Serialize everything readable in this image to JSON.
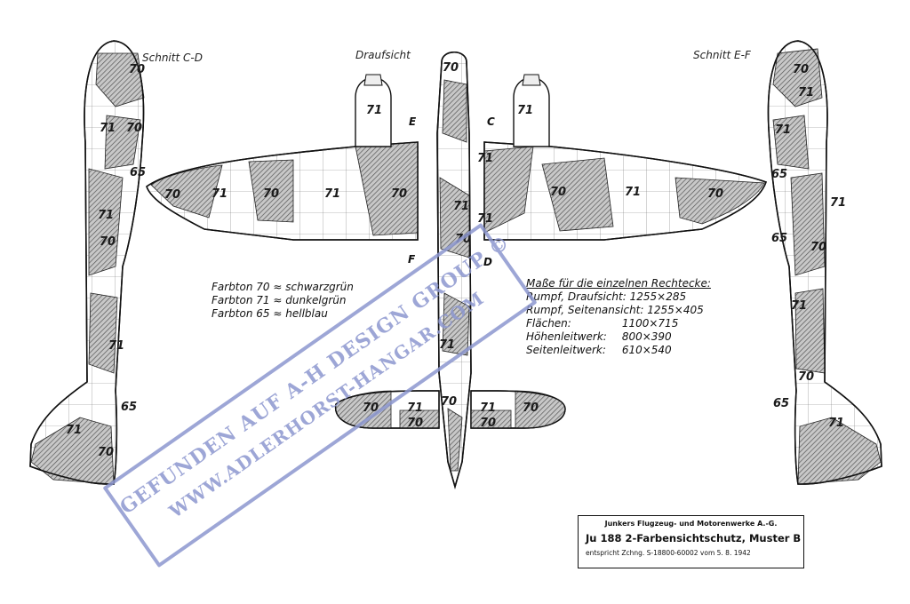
{
  "views": {
    "top": "Draufsicht",
    "section_cd": "Schnitt C-D",
    "section_ef": "Schnitt E-F"
  },
  "section_markers": [
    "E",
    "C",
    "F",
    "D"
  ],
  "legend": [
    {
      "code": "Farbton 70",
      "sep": "≈",
      "name": "schwarzgrün"
    },
    {
      "code": "Farbton 71",
      "sep": "≈",
      "name": "dunkelgrün"
    },
    {
      "code": "Farbton 65",
      "sep": "≈",
      "name": "hellblau"
    }
  ],
  "dimensions": {
    "heading": "Maße für die einzelnen Rechtecke:",
    "rows": [
      {
        "label": "Rumpf, Draufsicht:",
        "value": "1255×285"
      },
      {
        "label": "Rumpf, Seitenansicht:",
        "value": "1255×405"
      },
      {
        "label": "Flächen:",
        "value": "1100×715"
      },
      {
        "label": "Höhenleitwerk:",
        "value": "800×390"
      },
      {
        "label": "Seitenleitwerk:",
        "value": "610×540"
      }
    ]
  },
  "title_block": {
    "maker": "Junkers Flugzeug- und Motorenwerke A.-G.",
    "title": "Ju 188  2-Farbensichtschutz, Muster B",
    "reference": "entspricht Zchng.  S-18800-60002  vom 5. 8. 1942"
  },
  "watermark": {
    "line1": "GEFUNDEN AUF A-H DESIGN GROUP ©",
    "line2": "WWW.ADLERHORST-HANGAR.COM"
  },
  "colors": {
    "ink": "#1a1a1a",
    "dark_green_hatch": "#555555",
    "stamp": "#8d97cf"
  }
}
